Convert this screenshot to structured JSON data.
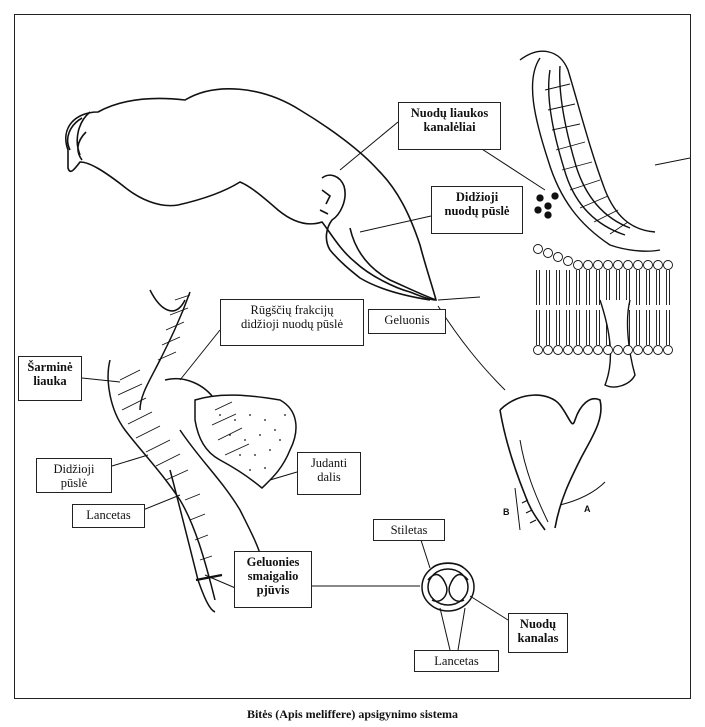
{
  "labels": {
    "nuodu_liaukos": "Nuodų liaukos\nkanalėliai",
    "didzioji_nuodu_pusle": "Didžioji\nnuodų pūslė",
    "geluonis": "Geluonis",
    "rugsciu": "Rūgščių frakcijų\ndidžioji nuodų pūslė",
    "sarmine": "Šarminė\nliauka",
    "didzioji_pusle": "Didžioji\npūslė",
    "judanti": "Judanti\ndalis",
    "lancetas_left": "Lancetas",
    "geluonies_pjuvis": "Geluonies\nsmaigalio\npjūvis",
    "stiletas": "Stiletas",
    "nuodu_kanalas": "Nuodų\nkanalas",
    "lancetas_bottom": "Lancetas"
  },
  "letters": {
    "b": "B",
    "a": "A"
  },
  "caption": "Bitės (Apis meliffere) apsigynimo sistema"
}
